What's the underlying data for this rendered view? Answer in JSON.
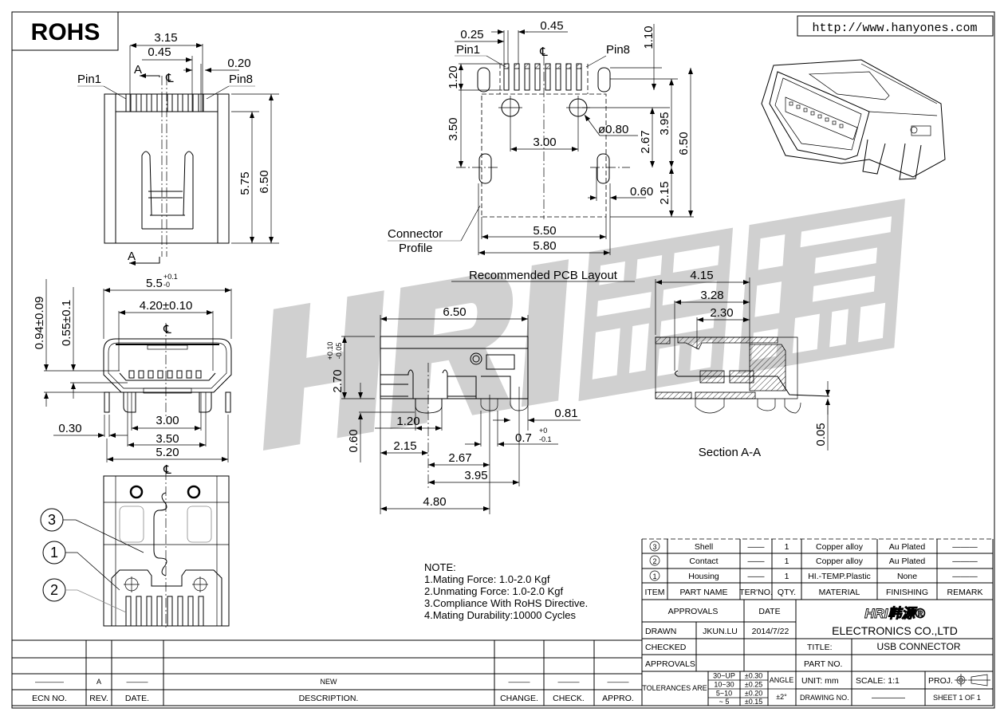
{
  "header": {
    "rohs": "ROHS",
    "url": "http://www.hanyones.com",
    "watermark": "HRI韩源"
  },
  "top_view": {
    "dim_3_15": "3.15",
    "dim_0_45": "0.45",
    "dim_0_20": "0.20",
    "pin1": "Pin1",
    "pin8": "Pin8",
    "section_mark": "A",
    "centerline": "℄",
    "dim_5_75": "5.75",
    "dim_6_50": "6.50"
  },
  "pcb_layout": {
    "dim_0_25": "0.25",
    "dim_0_45": "0.45",
    "dim_1_10": "1.10",
    "pin1": "Pin1",
    "pin8": "Pin8",
    "centerline": "℄",
    "dim_1_20": "1.20",
    "dim_3_50": "3.50",
    "hole": "ø0.80",
    "dim_3_00": "3.00",
    "dim_2_67": "2.67",
    "dim_3_95": "3.95",
    "dim_6_50": "6.50",
    "dim_0_60": "0.60",
    "dim_2_15": "2.15",
    "profile_line1": "Connector",
    "profile_line2": "Profile",
    "dim_5_50": "5.50",
    "dim_5_80": "5.80",
    "caption": "Recommended PCB Layout"
  },
  "front_view": {
    "dim_5_5": "5.5",
    "dim_5_5_tol_plus": "+0.1",
    "dim_5_5_tol_minus": "-0",
    "dim_4_20": "4.20±0.10",
    "dim_0_94": "0.94±0.09",
    "dim_0_55": "0.55±0.1",
    "centerline": "℄",
    "dim_0_30": "0.30",
    "dim_3_00": "3.00",
    "dim_3_50": "3.50",
    "dim_5_20": "5.20"
  },
  "side_view": {
    "dim_6_50": "6.50",
    "dim_2_70": "2.70",
    "dim_2_70_tol_plus": "+0.10",
    "dim_2_70_tol_minus": "-0.05",
    "dim_1_20": "1.20",
    "dim_0_60": "0.60",
    "dim_2_15": "2.15",
    "dim_2_67": "2.67",
    "dim_3_95": "3.95",
    "dim_4_80": "4.80",
    "dim_0_81": "0.81",
    "dim_0_7": "0.7",
    "dim_0_7_tol_plus": "+0",
    "dim_0_7_tol_minus": "-0.1"
  },
  "section_view": {
    "dim_4_15": "4.15",
    "dim_3_28": "3.28",
    "dim_2_30": "2.30",
    "dim_0_05": "0.05",
    "caption": "Section A-A"
  },
  "bottom_view": {
    "centerline": "℄",
    "balloons": [
      "3",
      "1",
      "2"
    ]
  },
  "notes": {
    "title": "NOTE:",
    "items": [
      "1.Mating Force: 1.0-2.0 Kgf",
      "2.Unmating Force: 1.0-2.0 Kgf",
      "3.Compliance With RoHS Directive.",
      "4.Mating Durability:10000 Cycles"
    ]
  },
  "bom": {
    "rows": [
      {
        "item": "3",
        "part": "Shell",
        "ter": "——",
        "qty": "1",
        "material": "Copper alloy",
        "finish": "Au Plated",
        "remark": "———"
      },
      {
        "item": "2",
        "part": "Contact",
        "ter": "——",
        "qty": "1",
        "material": "Copper alloy",
        "finish": "Au Plated",
        "remark": "———"
      },
      {
        "item": "1",
        "part": "Housing",
        "ter": "——",
        "qty": "1",
        "material": "HI.-TEMP.Plastic",
        "finish": "None",
        "remark": "———"
      }
    ],
    "headers": {
      "item": "ITEM",
      "part": "PART NAME",
      "ter": "TER'NO.",
      "qty": "QTY.",
      "material": "MATERIAL",
      "finish": "FINISHING",
      "remark": "REMARK"
    }
  },
  "title_block": {
    "approvals": "APPROVALS",
    "date": "DATE",
    "drawn": "DRAWN",
    "drawn_by": "JKUN.LU",
    "drawn_date": "2014/7/22",
    "checked": "CHECKED",
    "approvals2": "APPROVALS",
    "logo": "HRI韩源®",
    "company": "ELECTRONICS CO.,LTD",
    "title_label": "TITLE:",
    "title": "USB CONNECTOR",
    "part_no_label": "PART NO.",
    "tolerances": "TOLERANCES ARE",
    "tol_ranges": [
      "30~UP",
      "10~30",
      "5~10",
      "~ 5"
    ],
    "tol_values": [
      "±0.30",
      "±0.25",
      "±0.20",
      "±0.15"
    ],
    "angle": "ANGLE",
    "angle_tol": "±2°",
    "unit": "UNIT:  mm",
    "scale": "SCALE:   1:1",
    "proj": "PROJ.",
    "drawing_no": "DRAWING NO.",
    "drawing_no_value": "————",
    "sheet": "SHEET   1  OF  1"
  },
  "revision": {
    "row": {
      "ecn": "————",
      "rev": "A",
      "date": "———",
      "desc": "NEW",
      "change": "———",
      "check": "———",
      "appro": "———"
    },
    "headers": {
      "ecn": "ECN  NO.",
      "rev": "REV.",
      "date": "DATE.",
      "desc": "DESCRIPTION.",
      "change": "CHANGE.",
      "check": "CHECK.",
      "appro": "APPRO."
    }
  }
}
